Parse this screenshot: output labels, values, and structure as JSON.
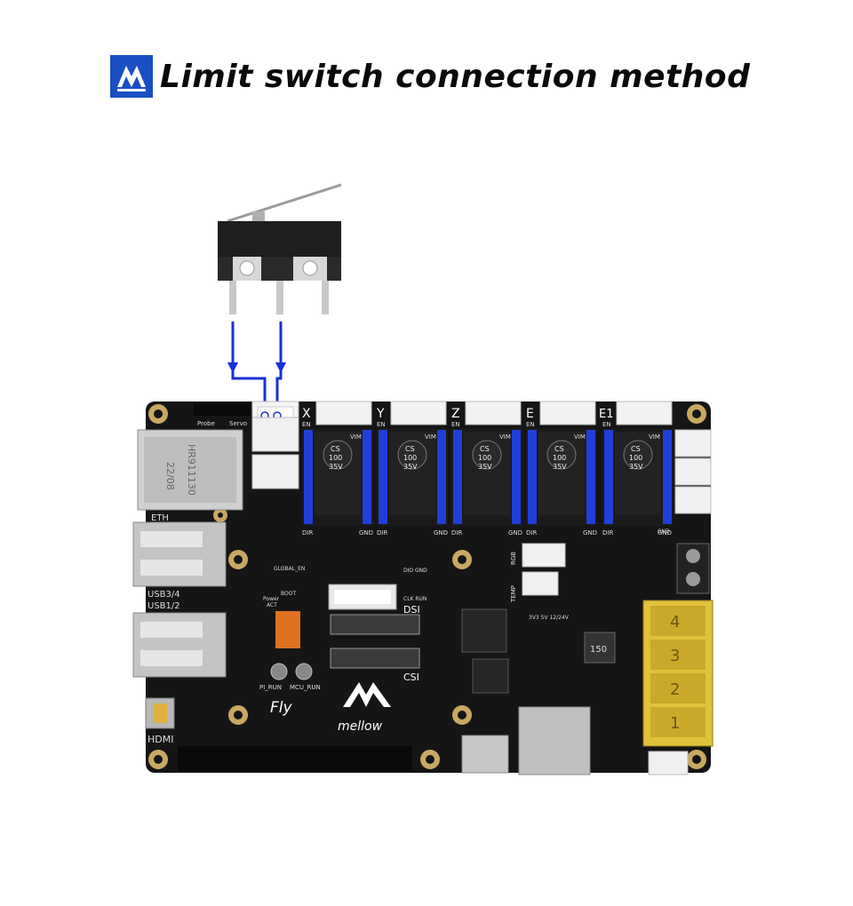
{
  "title": "Limit switch connection method",
  "logo_icon": "mellow-logo-icon",
  "colors": {
    "wire": "#1a2fd6",
    "board": "#151515",
    "driver": "#1f3fd8",
    "gold": "#c9a860",
    "terminal": "#e0c23a"
  },
  "header_labels": {
    "probe": "Probe",
    "servo": "Servo"
  },
  "axis_labels": [
    "X",
    "Y",
    "Z",
    "E",
    "E1"
  ],
  "driver_chip": {
    "line1": "CS",
    "line2": "100",
    "line3": "35V"
  },
  "driver_pins": {
    "en": "EN",
    "vim": "VIM",
    "dir": "DIR",
    "gnd": "GND"
  },
  "port_labels": {
    "eth": "ETH",
    "usb34": "USB3/4",
    "usb12": "USB1/2",
    "hdmi": "HDMI",
    "dsi": "DSI",
    "csi": "CSI",
    "rgb": "RGB",
    "temp": "TEMP",
    "global_en": "GLOBAL_EN",
    "pi_run": "PI_RUN",
    "mcu_run": "MCU_RUN",
    "fly": "Fly",
    "brand": "mellow",
    "power": "Power",
    "act": "ACT",
    "boot": "BOOT",
    "clk_run": "CLK RUN",
    "dio_gnd": "DIO GND",
    "gnd_right": "GND",
    "volts": "3V3  5V  12/24V",
    "eth_module": "HR911130",
    "eth_date": "22/08",
    "inductor": "150"
  },
  "terminal_numbers": [
    "4",
    "3",
    "2",
    "1"
  ]
}
